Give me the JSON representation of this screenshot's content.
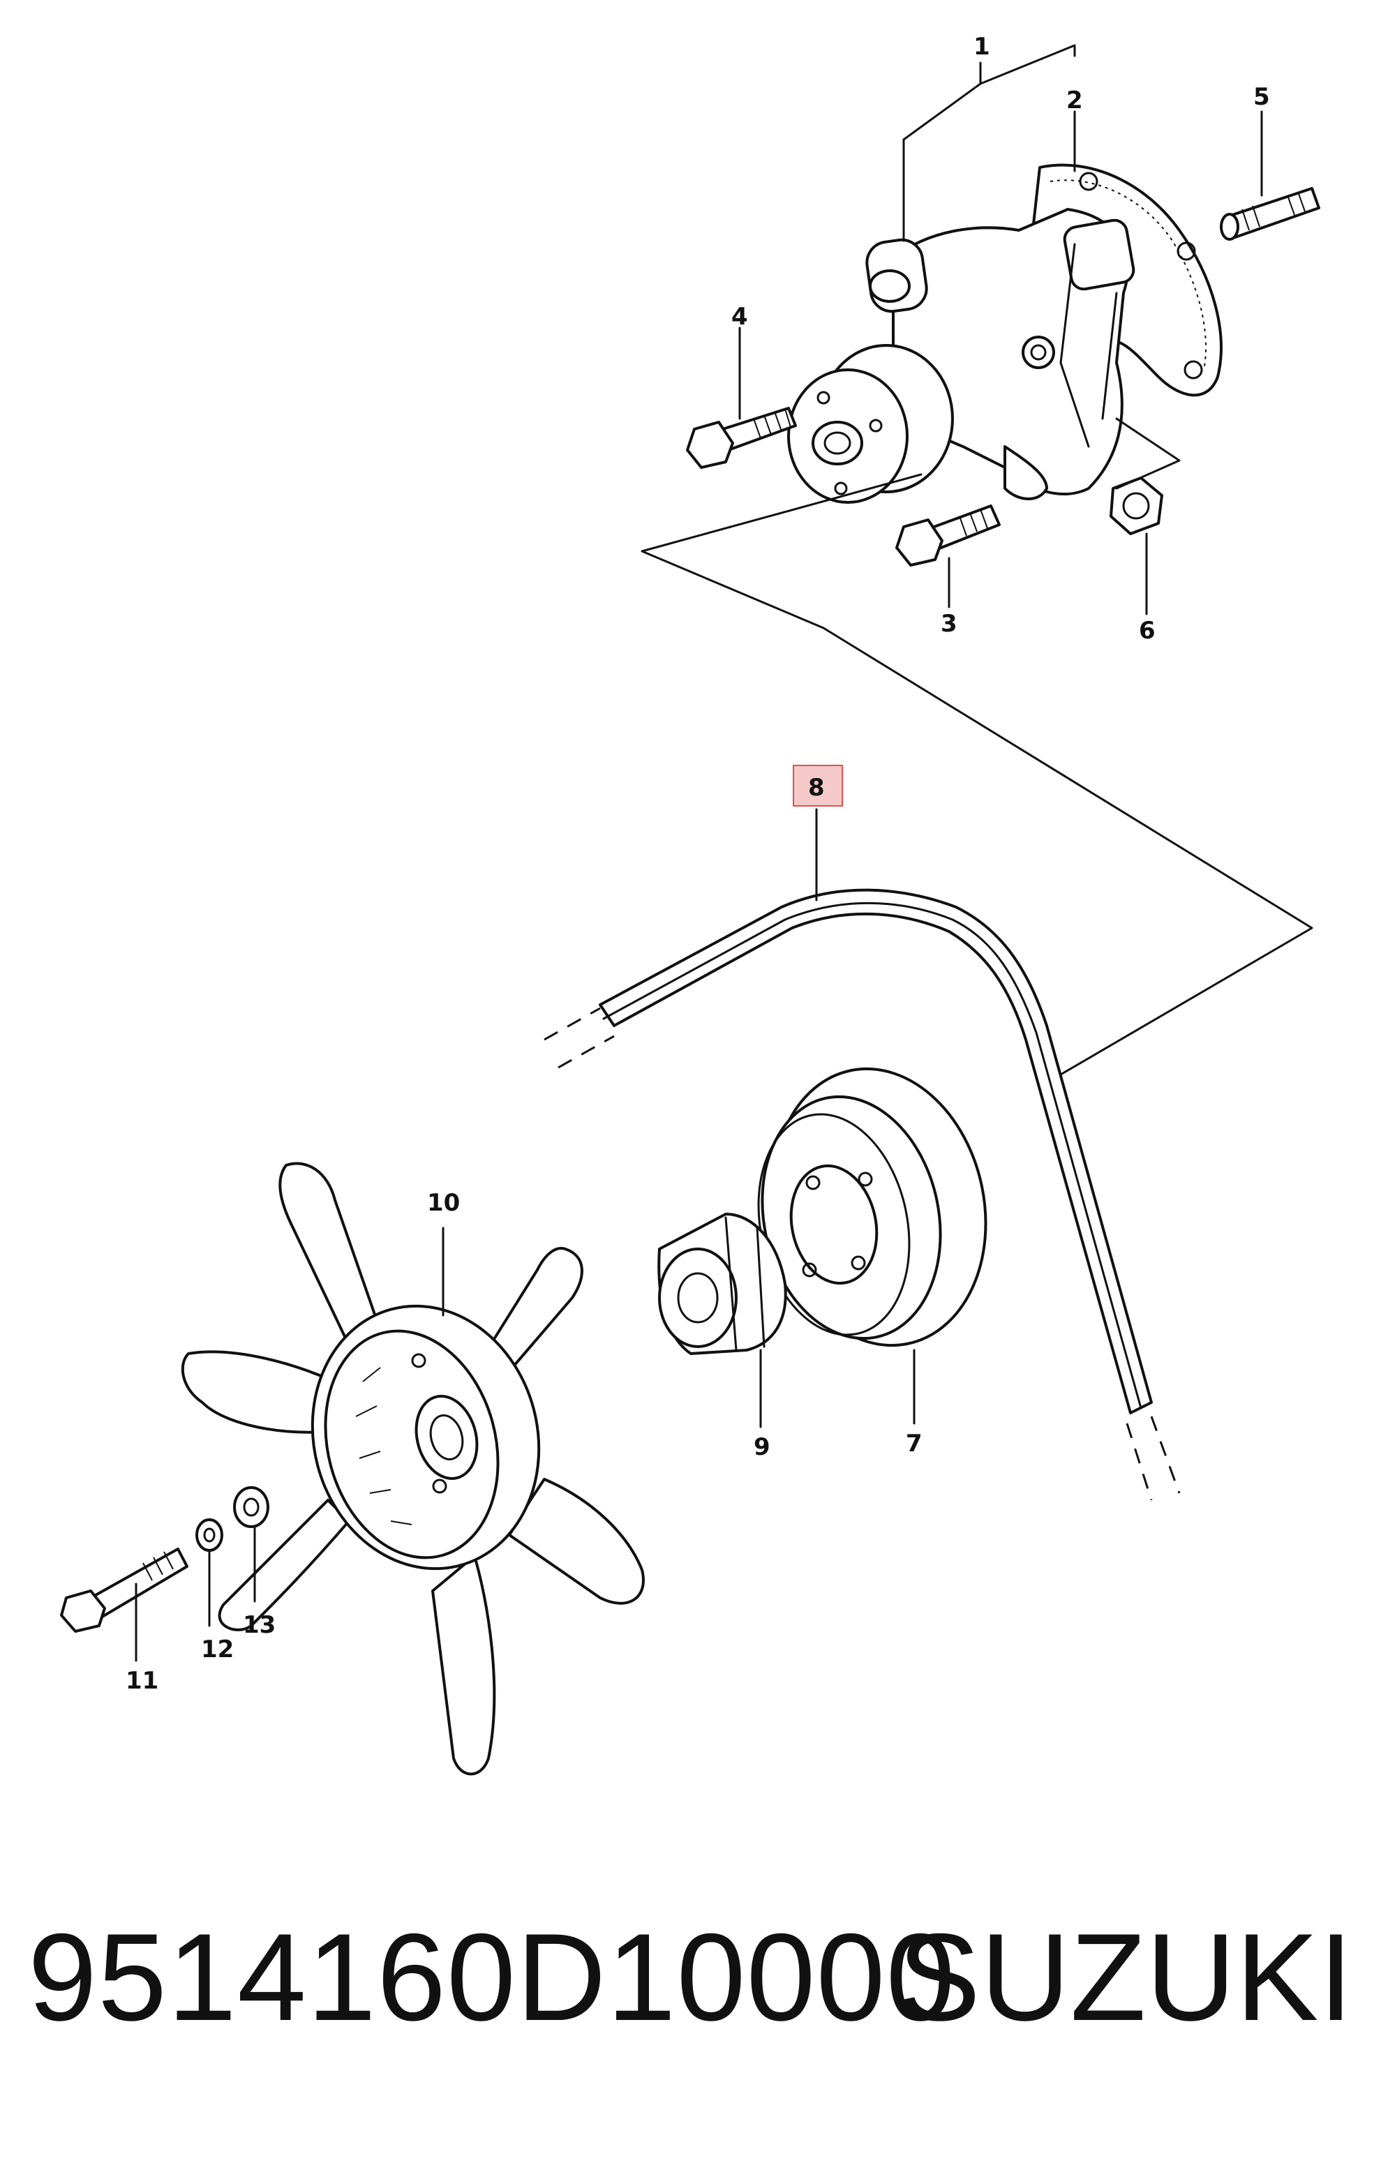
{
  "diagram": {
    "callouts": [
      {
        "id": "1",
        "label": "1"
      },
      {
        "id": "2",
        "label": "2"
      },
      {
        "id": "3",
        "label": "3"
      },
      {
        "id": "4",
        "label": "4"
      },
      {
        "id": "5",
        "label": "5"
      },
      {
        "id": "6",
        "label": "6"
      },
      {
        "id": "7",
        "label": "7"
      },
      {
        "id": "8",
        "label": "8",
        "highlighted": true
      },
      {
        "id": "9",
        "label": "9"
      },
      {
        "id": "10",
        "label": "10"
      },
      {
        "id": "11",
        "label": "11"
      },
      {
        "id": "12",
        "label": "12"
      },
      {
        "id": "13",
        "label": "13"
      }
    ],
    "highlight_color": "#e05050"
  },
  "footer": {
    "part_number": "9514160D10000",
    "brand": "SUZUKI"
  }
}
